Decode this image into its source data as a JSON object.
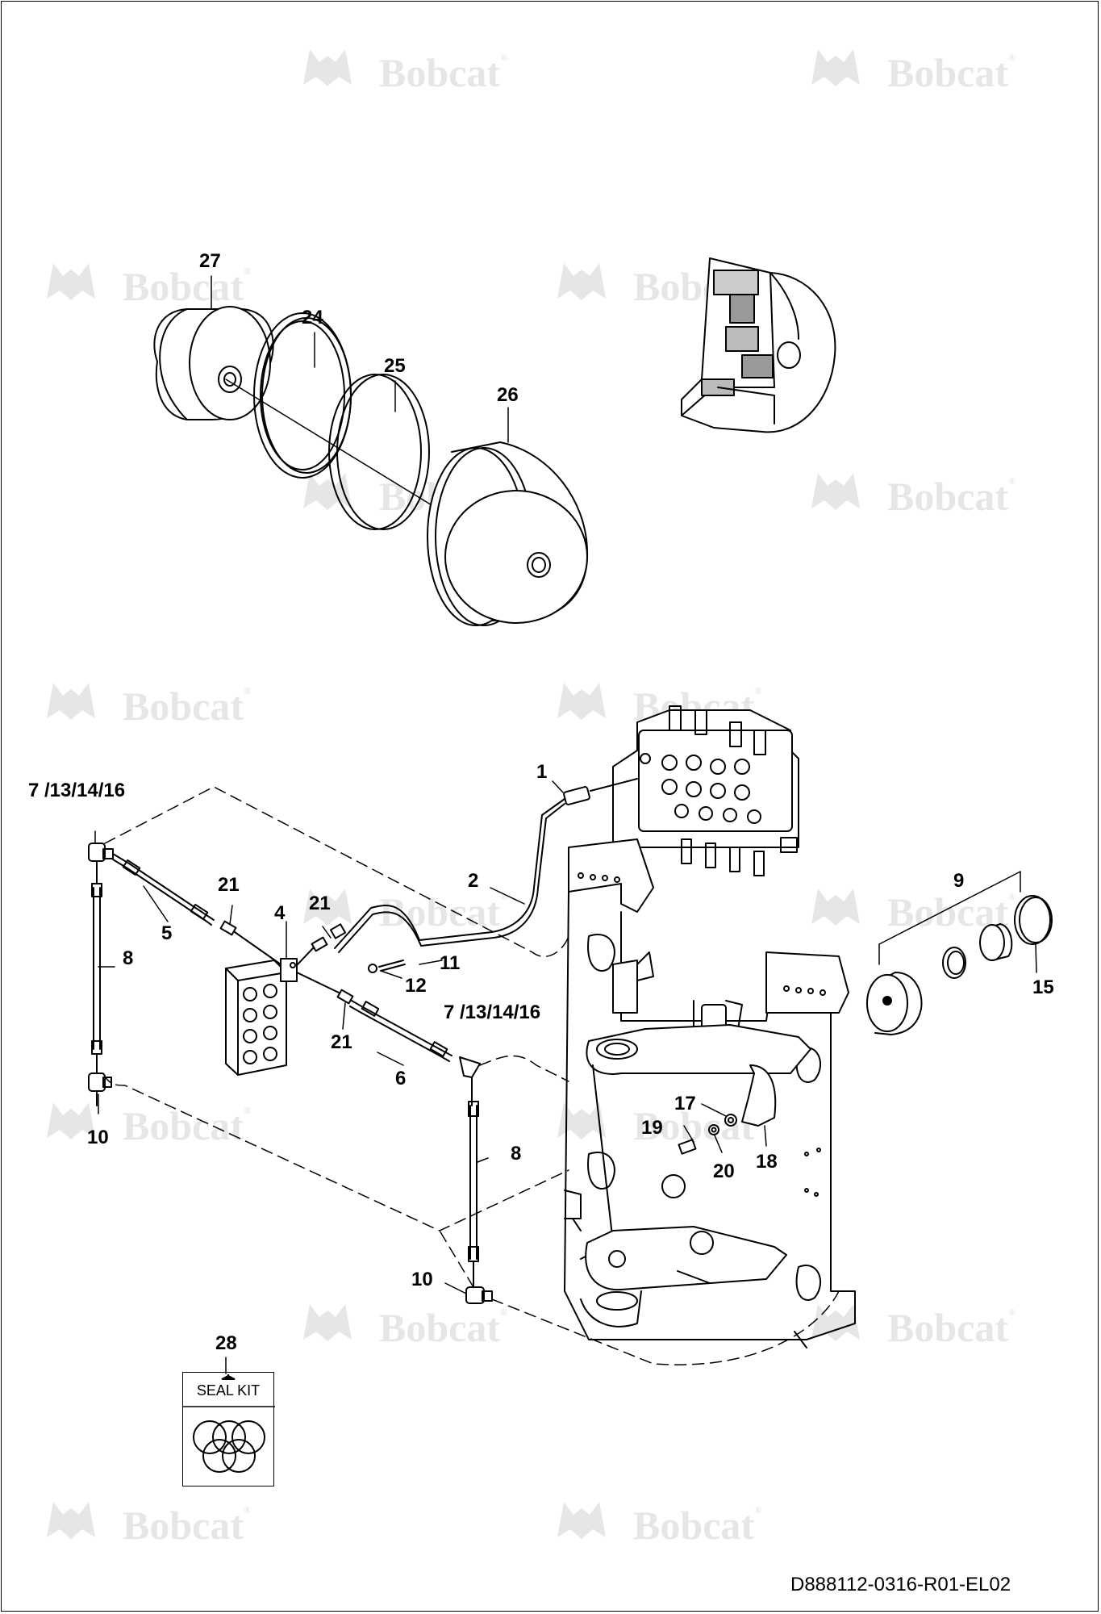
{
  "brand": {
    "watermark_text": "Bobcat",
    "registered_mark": "®",
    "watermark_color": "#e6e6e6"
  },
  "drawing": {
    "document_id": "D888112-0316-R01-EL02",
    "seal_kit_label": "SEAL KIT",
    "line_color": "#000000"
  },
  "callouts": {
    "c27": "27",
    "c24": "24",
    "c25": "25",
    "c26": "26",
    "c1": "1",
    "c2": "2",
    "c4": "4",
    "c5": "5",
    "c6": "6",
    "c7a": "7 /13/14/16",
    "c7b": "7 /13/14/16",
    "c8a": "8",
    "c8b": "8",
    "c9": "9",
    "c10a": "10",
    "c10b": "10",
    "c11": "11",
    "c12": "12",
    "c15": "15",
    "c17": "17",
    "c18": "18",
    "c19": "19",
    "c20": "20",
    "c21a": "21",
    "c21b": "21",
    "c21c": "21",
    "c28": "28"
  }
}
